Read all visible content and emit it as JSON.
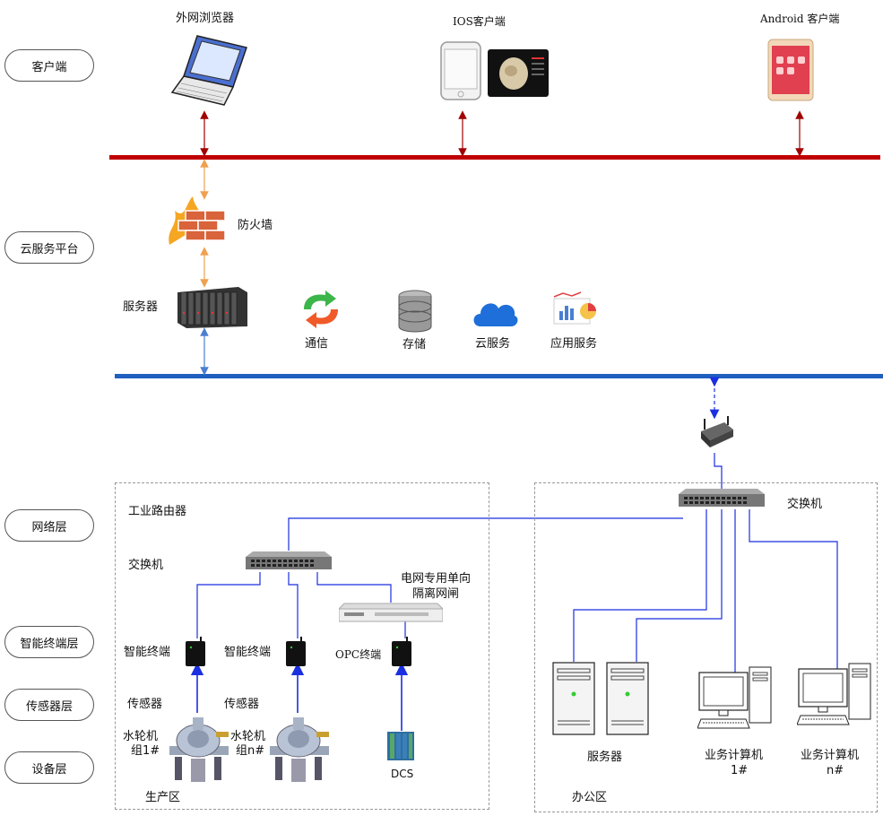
{
  "layers": [
    "客户端",
    "云服务平台",
    "网络层",
    "智能终端层",
    "传感器层",
    "设备层"
  ],
  "client": {
    "browser": "外网浏览器",
    "ios": "IOS客户端",
    "android": "Android 客户端"
  },
  "cloud": {
    "firewall": "防火墙",
    "server": "服务器",
    "services": [
      "通信",
      "存储",
      "云服务",
      "应用服务"
    ]
  },
  "production": {
    "router": "工业路由器",
    "switch": "交换机",
    "gateway_line1": "电网专用单向",
    "gateway_line2": "隔离网闸",
    "terminal1": "智能终端",
    "terminal2": "智能终端",
    "terminal3": "OPC终端",
    "sensor1": "传感器",
    "sensor2": "传感器",
    "turbine1_line1": "水轮机",
    "turbine1_line2": "组1#",
    "turbine2_line1": "水轮机",
    "turbine2_line2": "组n#",
    "dcs": "DCS",
    "zone": "生产区"
  },
  "office": {
    "switch": "交换机",
    "servers": "服务器",
    "pc1_line1": "业务计算机",
    "pc1_line2": "1#",
    "pcn_line1": "业务计算机",
    "pcn_line2": "n#",
    "zone": "办公区"
  },
  "colors": {
    "client_bus": "#c00000",
    "cloud_bus": "#1f5fbf",
    "link_blue": "#1a2fe0",
    "firewall_link": "#f0a050",
    "client_arrow": "#a00000"
  }
}
